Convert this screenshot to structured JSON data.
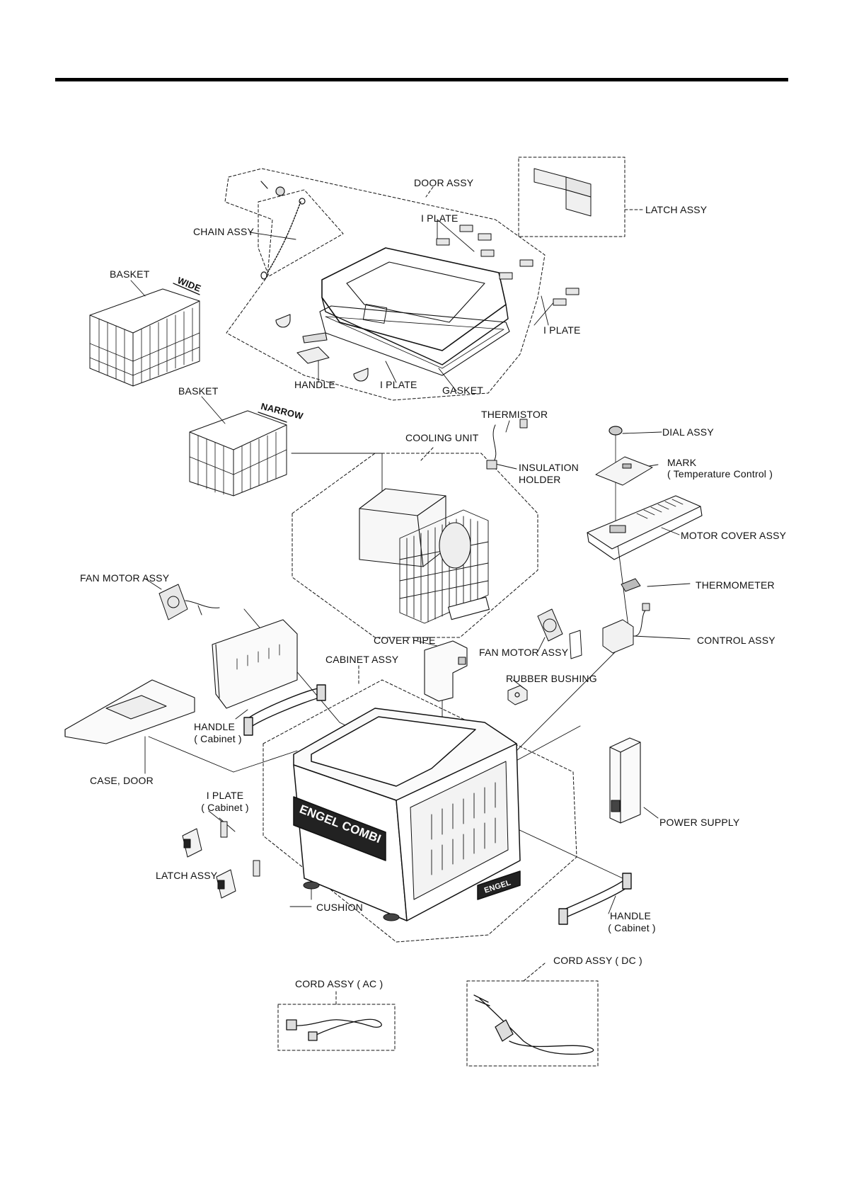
{
  "labels": {
    "door_assy": "DOOR ASSY",
    "latch_assy_top": "LATCH ASSY",
    "chain_assy": "CHAIN ASSY",
    "i_plate_top": "I PLATE",
    "basket_wide": "BASKET",
    "wide_tag": "WIDE",
    "i_plate_right": "I PLATE",
    "handle_door": "HANDLE",
    "i_plate_bottom": "I PLATE",
    "gasket": "GASKET",
    "basket_narrow": "BASKET",
    "narrow_tag": "NARROW",
    "thermistor": "THERMISTOR",
    "dial_assy": "DIAL ASSY",
    "cooling_unit": "COOLING UNIT",
    "insulation_holder_1": "INSULATION",
    "insulation_holder_2": "HOLDER",
    "mark_1": "MARK",
    "mark_2": "( Temperature Control )",
    "motor_cover_assy": "MOTOR COVER ASSY",
    "fan_motor_assy_left": "FAN MOTOR ASSY",
    "thermometer": "THERMOMETER",
    "control_assy": "CONTROL ASSY",
    "cover_pipe": "COVER PIPE",
    "fan_motor_assy_center": "FAN MOTOR ASSY",
    "cabinet_assy": "CABINET ASSY",
    "rubber_bushing": "RUBBER BUSHING",
    "handle_cabinet_left_1": "HANDLE",
    "handle_cabinet_left_2": "( Cabinet )",
    "case_door": "CASE, DOOR",
    "i_plate_cabinet_1": "I PLATE",
    "i_plate_cabinet_2": "( Cabinet )",
    "power_supply": "POWER SUPPLY",
    "latch_assy_bottom": "LATCH ASSY",
    "cushion": "CUSHION",
    "handle_cabinet_right_1": "HANDLE",
    "handle_cabinet_right_2": "( Cabinet )",
    "cord_assy_dc": "CORD ASSY ( DC )",
    "cord_assy_ac": "CORD ASSY ( AC )",
    "brand_cabinet": "ENGEL COMBI",
    "brand_small": "ENGEL"
  },
  "colors": {
    "ink": "#111111",
    "paper": "#ffffff",
    "shade": "#cfcfcf"
  }
}
